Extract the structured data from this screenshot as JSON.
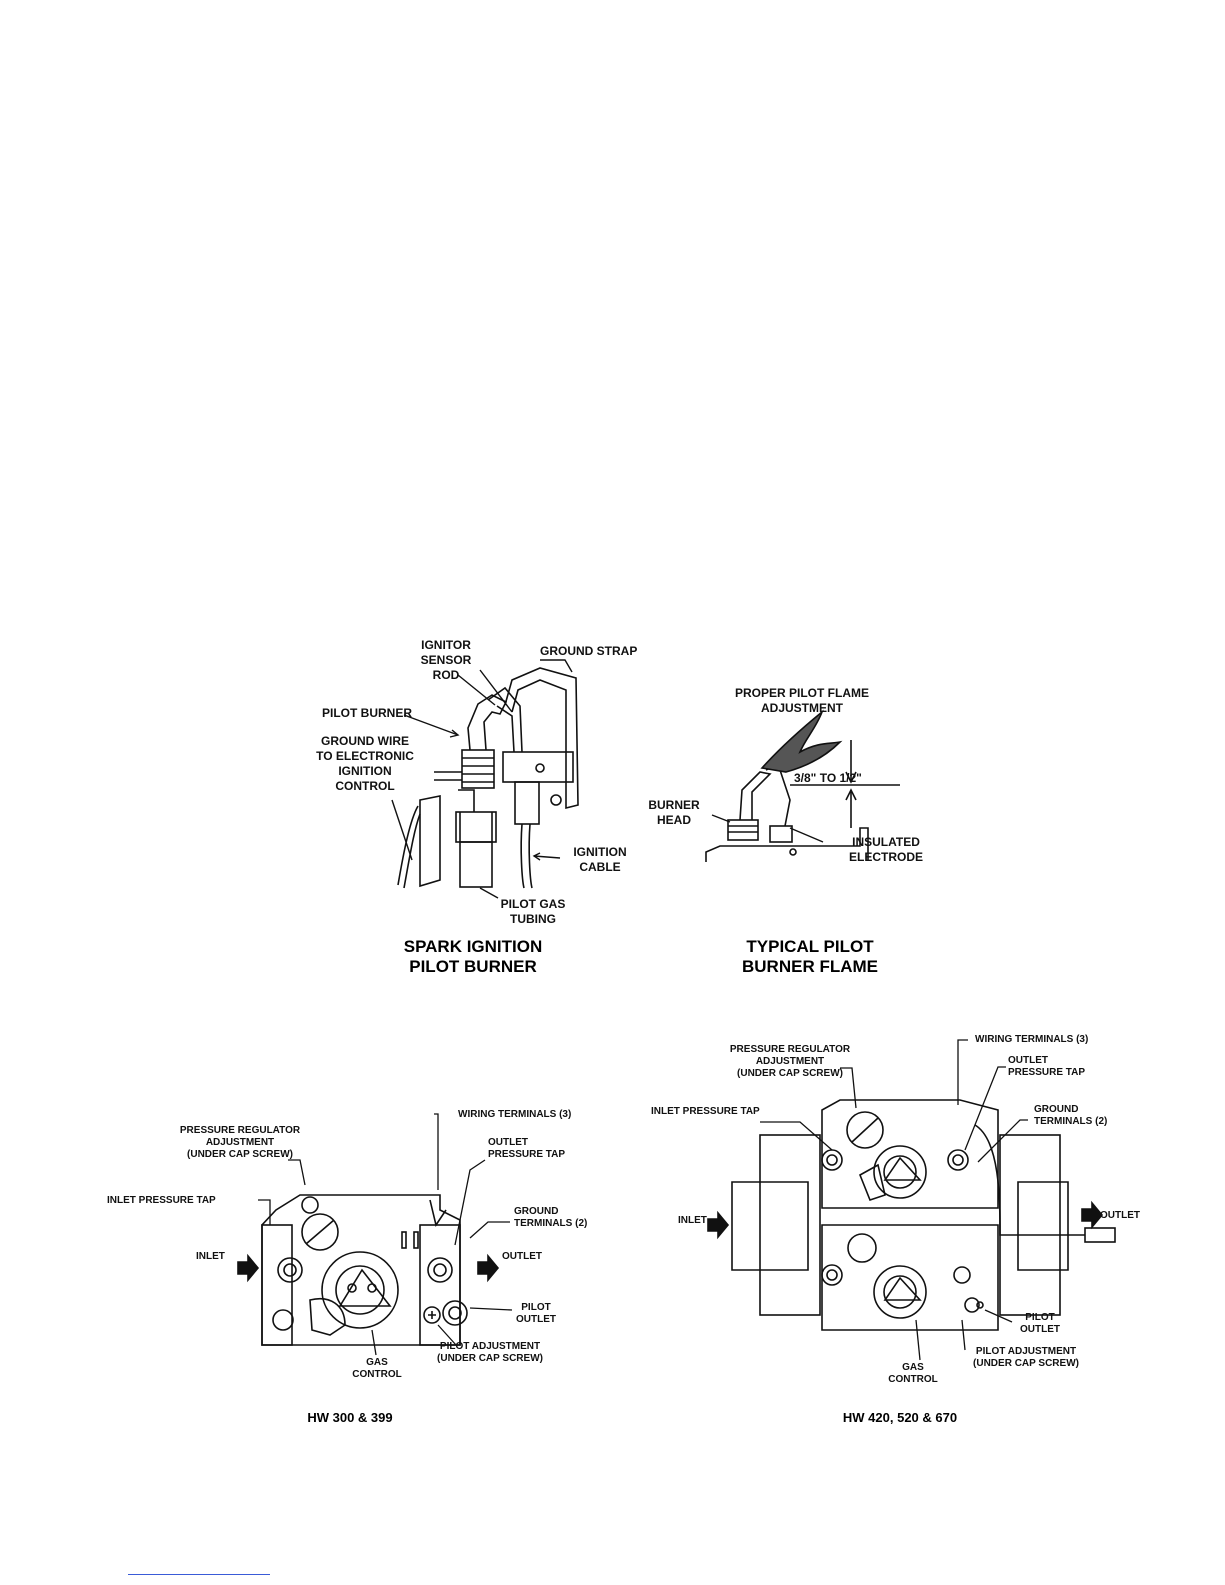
{
  "spark_ignition": {
    "caption": "SPARK IGNITION\nPILOT BURNER",
    "labels": {
      "ignitor_sensor_rod": "IGNITOR\nSENSOR ROD",
      "ground_strap": "GROUND STRAP",
      "pilot_burner": "PILOT BURNER",
      "ground_wire": "GROUND WIRE\nTO ELECTRONIC\nIGNITION\nCONTROL",
      "ignition_cable": "IGNITION\nCABLE",
      "pilot_gas_tubing": "PILOT GAS\nTUBING"
    }
  },
  "pilot_flame": {
    "caption": "TYPICAL PILOT\nBURNER FLAME",
    "labels": {
      "proper_adjustment": "PROPER PILOT FLAME\nADJUSTMENT",
      "dimension": "3/8\" TO 1/2\"",
      "burner_head": "BURNER\nHEAD",
      "insulated_electrode": "INSULATED\nELECTRODE"
    }
  },
  "valve_small": {
    "caption": "HW 300 & 399",
    "labels": {
      "pressure_regulator": "PRESSURE REGULATOR\nADJUSTMENT\n(UNDER CAP SCREW)",
      "wiring_terminals": "WIRING TERMINALS (3)",
      "outlet_pressure_tap": "OUTLET\nPRESSURE TAP",
      "inlet_pressure_tap": "INLET PRESSURE TAP",
      "ground_terminals": "GROUND\nTERMINALS (2)",
      "inlet": "INLET",
      "outlet": "OUTLET",
      "pilot_outlet": "PILOT\nOUTLET",
      "pilot_adjustment": "PILOT ADJUSTMENT\n(UNDER CAP SCREW)",
      "gas_control": "GAS\nCONTROL"
    }
  },
  "valve_large": {
    "caption": "HW 420, 520 & 670",
    "labels": {
      "wiring_terminals": "WIRING TERMINALS (3)",
      "pressure_regulator": "PRESSURE REGULATOR\nADJUSTMENT\n(UNDER CAP SCREW)",
      "outlet_pressure_tap": "OUTLET\nPRESSURE TAP",
      "inlet_pressure_tap": "INLET PRESSURE TAP",
      "ground_terminals": "GROUND\nTERMINALS (2)",
      "inlet": "INLET",
      "outlet": "OUTLET",
      "pilot_outlet": "PILOT\nOUTLET",
      "pilot_adjustment": "PILOT ADJUSTMENT\n(UNDER CAP SCREW)",
      "gas_control": "GAS\nCONTROL"
    }
  }
}
